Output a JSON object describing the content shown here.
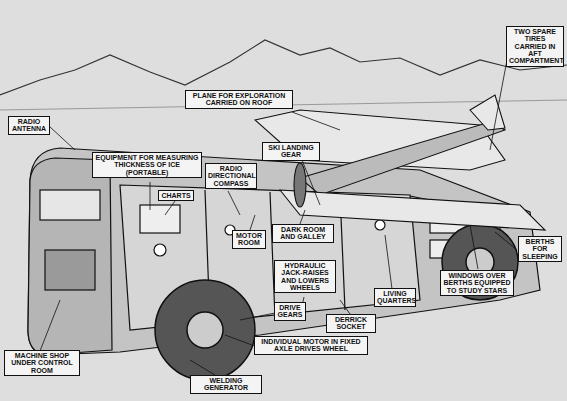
{
  "diagram": {
    "nodes": [
      {
        "text": [
          "PLANE FOR EXPLORATION CARRIED ON ROOF"
        ]
      },
      {
        "text": [
          "TWO SPARE TIRES CARRIED IN AFT COMPARTMENT"
        ]
      },
      {
        "text": [
          "RADIO ANTENNA"
        ]
      },
      {
        "text": [
          "EQUIPMENT FOR MEASURING THICKNESS OF ICE (PORTABLE)"
        ]
      },
      {
        "text": [
          "SKI LANDING GEAR"
        ]
      },
      {
        "text": [
          "RADIO DIRECTIONAL COMPASS"
        ]
      },
      {
        "text": [
          "CHARTS"
        ]
      },
      {
        "text": [
          "DARK ROOM AND GALLEY"
        ]
      },
      {
        "text": [
          "MOTOR ROOM"
        ]
      },
      {
        "text": [
          "HYDRAULIC JACK-RAISES AND LOWERS WHEELS"
        ]
      },
      {
        "text": [
          "BERTHS FOR SLEEPING"
        ]
      },
      {
        "text": [
          "WINDOWS OVER BERTHS EQUIPPED TO STUDY STARS"
        ]
      },
      {
        "text": [
          "LIVING QUARTERS"
        ]
      },
      {
        "text": [
          "DRIVE GEARS"
        ]
      },
      {
        "text": [
          "DERRICK SOCKET"
        ]
      },
      {
        "text": [
          "INDIVIDUAL MOTOR IN FIXED AXLE DRIVES WHEEL"
        ]
      },
      {
        "text": [
          "MACHINE SHOP UNDER CONTROL ROOM"
        ]
      },
      {
        "text": [
          "WELDING GENERATOR"
        ]
      }
    ]
  }
}
